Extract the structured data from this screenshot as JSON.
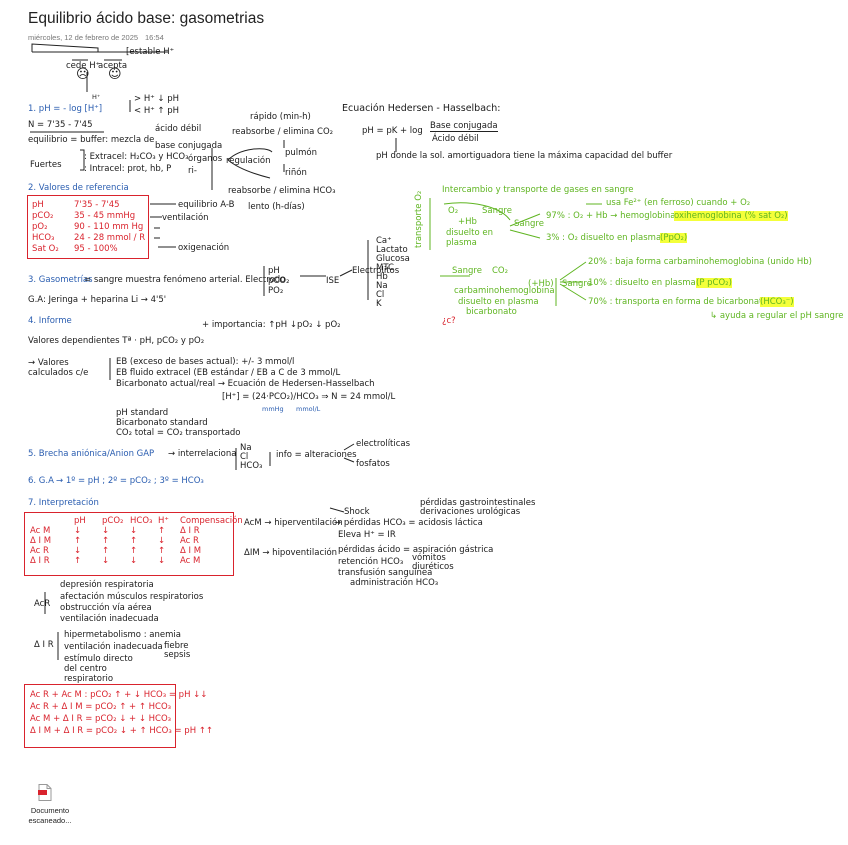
{
  "header": {
    "title": "Equilibrio ácido base: gasometrias",
    "date": "miércoles, 12 de febrero de 2025",
    "time": "16:54"
  },
  "intro": {
    "estable": "[estable H⁺",
    "cede": "cede H⁺",
    "acepta": "acepta",
    "h_label": "H⁺"
  },
  "s1": {
    "formula": "1. pH = - log [H⁺]",
    "rel1": "> H⁺ ↓ pH",
    "rel2": "< H⁺ ↑ pH",
    "n": "N = 7'35 - 7'45",
    "eq": "equilibrio = buffer: mezcla de",
    "acido": "ácido débil",
    "base": "base conjugada",
    "fuertes": "Fuertes",
    "extracel": ": Extracel: H₂CO₃ y HCO₃",
    "intracel": ": Intracel: prot, hb, P",
    "organos": "órganos",
    "ri": "ri-",
    "pulmon": "pulmón",
    "rinon": "riñón",
    "regulacion": "regulación",
    "rapido": "rápido (min-h)",
    "reabsorbe_co2": "reabsorbe / elimina CO₂",
    "reabsorbe_hco3": "reabsorbe / elimina HCO₃",
    "lento": "lento (h-días)"
  },
  "hh": {
    "title": "Ecuación Hedersen - Hasselbach:",
    "formula": "pH = pK + log",
    "num": "Base conjugada",
    "den": "Ácido débil",
    "arrow": "↓",
    "desc": "pH donde la sol. amortiguadora tiene la máxima capacidad del buffer"
  },
  "s2": {
    "heading": "2. Valores de referencia",
    "rows": [
      {
        "k": "pH",
        "v": "7'35 - 7'45"
      },
      {
        "k": "pCO₂",
        "v": "35 - 45 mmHg"
      },
      {
        "k": "pO₂",
        "v": "90 - 110 mm Hg"
      },
      {
        "k": "HCO₃",
        "v": "24 - 28 mmol / R"
      },
      {
        "k": "Sat O₂",
        "v": "95 - 100%"
      }
    ],
    "ab": "equilibrio A-B",
    "vent": "ventilación",
    "oxig": "oxigenación"
  },
  "s3": {
    "heading": "3. Gasometrías",
    "text": "= sangre muestra fenómeno arterial. Electrodo",
    "params": [
      "pH",
      "pCO₂",
      "PO₂"
    ],
    "ise": "ISE",
    "electrolitos": "Electrolitos",
    "list": [
      "Ca⁺",
      "Lactato",
      "Glucosa",
      "MTC",
      "Hb",
      "Na",
      "Cl",
      "K"
    ],
    "ga": "G.A: Jeringa + heparina Li → 4'5'"
  },
  "s4": {
    "heading": "4. Informe",
    "valores": "Valores dependientes Tª · pH, pCO₂ y pO₂",
    "importa": "+ importancia: ↑pH ↓pO₂ ↓ pO₂",
    "calc": "→ Valores calculados c/e",
    "items": [
      "EB (exceso de bases actual): +/- 3 mmol/l",
      "EB fluido extracel (EB estándar / EB a C de 3 mmol/L",
      "Bicarbonato actual/real → Ecuación de Hedersen-Hasselbach",
      "pH standard",
      "Bicarbonato standard",
      "CO₂ total = CO₂ transportado"
    ],
    "eqn": "[H⁺] = (24·PCO₂)/HCO₃ ⇒ N = 24 mmol/L",
    "u1": "mmHg",
    "u2": "mmol/L"
  },
  "s5": {
    "heading": "5. Brecha aniónica/Anion GAP",
    "inter": "→ interrelaciona",
    "ions": [
      "Na",
      "Cl",
      "HCO₃"
    ],
    "info": "info = alteraciones",
    "elec": "electrolíticas",
    "fosf": "fosfatos"
  },
  "s6": {
    "heading": "6. G.A",
    "text": "→ 1º = pH ; 2º = pCO₂ ; 3º = HCO₃"
  },
  "s7": {
    "heading": "7. Interpretación",
    "cols": [
      "",
      "pH",
      "pCO₂",
      "HCO₃",
      "H⁺",
      "Compensación"
    ],
    "rows": [
      [
        "Ac M",
        "↓",
        "↓",
        "↓",
        "↑",
        "Δ I R"
      ],
      [
        "Δ I M",
        "↑",
        "↑",
        "↑",
        "↓",
        "Ac R"
      ],
      [
        "Ac R",
        "↓",
        "↑",
        "↑",
        "↑",
        "Δ I M"
      ],
      [
        "Δ I R",
        "↑",
        "↓",
        "↓",
        "↓",
        "Ac M"
      ]
    ],
    "acm": "AcM → hiperventilación",
    "acm_items": [
      "Shock",
      "→ pérdidas HCO₃ = acidosis láctica",
      "Eleva H⁺ = IR"
    ],
    "acm_note1": "pérdidas gastrointestinales",
    "acm_note2": "derivaciones urológicas",
    "aim": "ΔIM → hipoventilación",
    "aim_items": [
      "pérdidas ácido = aspiración gástrica",
      "retención HCO₃",
      "transfusión sanguínea"
    ],
    "aim_note1": "vómitos",
    "aim_note2": "diuréticos",
    "aim_note3": "administración HCO₃",
    "acr": "AcR",
    "acr_items": [
      "depresión respiratoria",
      "afectación músculos respiratorios",
      "obstrucción vía aérea",
      "ventilación inadecuada"
    ],
    "air": "Δ I R",
    "air_items": [
      "hipermetabolismo : anemia",
      "ventilación inadecuada",
      "estímulo directo del centro respiratorio"
    ],
    "air_side": [
      "fiebre",
      "sepsis"
    ],
    "combos": [
      "Ac R + Ac M : pCO₂ ↑ + ↓ HCO₃ = pH ↓↓",
      "Ac R + Δ I M = pCO₂ ↑ + ↑ HCO₃",
      "Ac M + Δ I R = pCO₂ ↓ + ↓ HCO₃",
      "Δ I M + Δ I R = pCO₂ ↓ + ↑ HCO₃ = pH ↑↑"
    ]
  },
  "green": {
    "title": "Intercambio y transporte de gases en sangre",
    "side": "transporte O₂",
    "o2": "O₂",
    "sangre": "Sangre",
    "hb": "+Hb",
    "disuelto": "disuelto en plasma",
    "sangre2": "Sangre",
    "pct97": "97% : O₂ + Hb → hemoglobina",
    "oxy": "oxihemoglobina (% sat O₂)",
    "usa": "usa Fe²⁺ (en ferroso) cuando + O₂",
    "pct3": "3% : O₂ disuelto en plasma",
    "po2": "(PpO₂)",
    "co2": "CO₂",
    "sangre3": "Sangre",
    "carb": "carbaminohemoglobina",
    "dis2": "disuelto en plasma",
    "bic": "bicarbonato",
    "ci": "¿c?",
    "hb2": "(+Hb)",
    "pct20": "20% : baja forma carbaminohemoglobina (unido Hb)",
    "pct10": "10% : disuelto en plasma",
    "pco2": "(P pCO₂)",
    "pct70": "70% : transporta en forma de bicarbonato",
    "hco3": "(HCO₃⁻)",
    "ayuda": "↳ ayuda a regular el pH sangre"
  },
  "file": {
    "label": "Documento escaneado..."
  }
}
